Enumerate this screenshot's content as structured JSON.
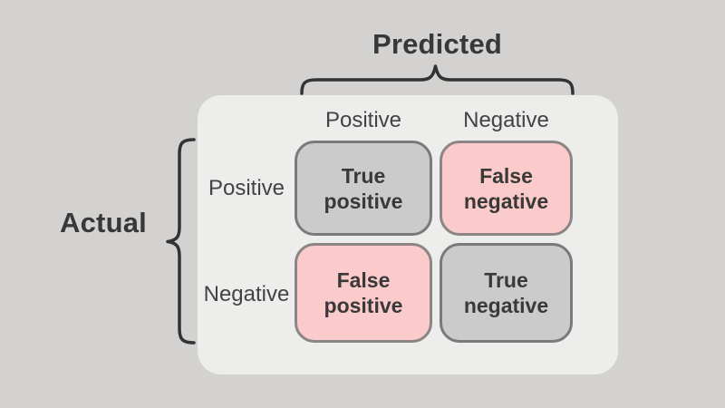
{
  "diagram": {
    "kind": "confusion-matrix",
    "predicted_axis": {
      "title": "Predicted",
      "columns": [
        "Positive",
        "Negative"
      ]
    },
    "actual_axis": {
      "title": "Actual",
      "rows": [
        "Positive",
        "Negative"
      ]
    },
    "cells": [
      {
        "id": "true-positive",
        "line1": "True",
        "line2": "positive",
        "category": "correct",
        "fill": "#cbcbcb"
      },
      {
        "id": "false-negative",
        "line1": "False",
        "line2": "negative",
        "category": "error",
        "fill": "#fbcaca"
      },
      {
        "id": "false-positive",
        "line1": "False",
        "line2": "positive",
        "category": "error",
        "fill": "#fbcaca"
      },
      {
        "id": "true-negative",
        "line1": "True",
        "line2": "negative",
        "category": "correct",
        "fill": "#cbcbcb"
      }
    ],
    "colors": {
      "background": "#d3d2d1",
      "panel": "#ededec",
      "correct_cell_fill": "#cbcbcb",
      "error_cell_fill": "#fbcaca",
      "cell_border": "#7a7a7a",
      "text": "#393939",
      "brace": "#333333"
    }
  }
}
